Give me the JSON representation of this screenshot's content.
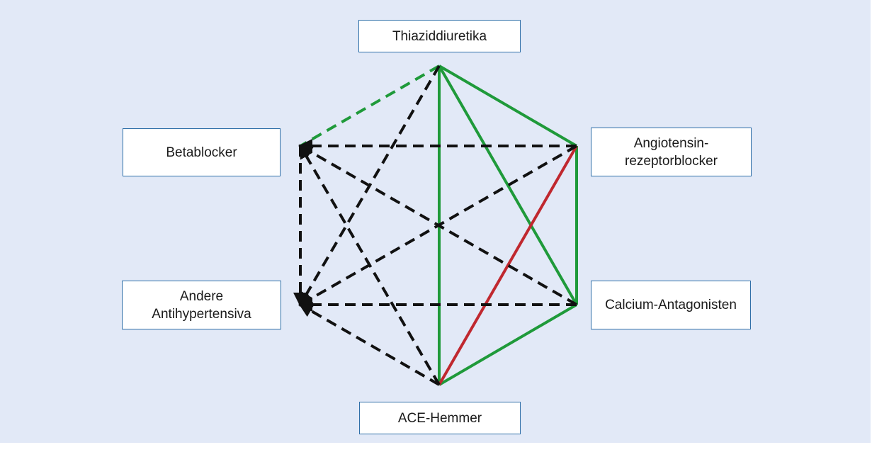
{
  "colors": {
    "background": "#e2e9f7",
    "box_border": "#2f6fa8",
    "recommended": "#1f9a3a",
    "not_recommended": "#c0282f",
    "possible": "#111111",
    "box_fill": "#ffffff"
  },
  "nodes": {
    "thiazid": {
      "lines": [
        "Thiaziddiuretika"
      ]
    },
    "beta": {
      "lines": [
        "Betablocker"
      ]
    },
    "arb": {
      "lines": [
        "Angiotensin-",
        "rezeptorblocker"
      ]
    },
    "andere": {
      "lines": [
        "Andere",
        "Antihypertensiva"
      ]
    },
    "calcium": {
      "lines": [
        "Calcium-Antagonisten"
      ]
    },
    "ace": {
      "lines": [
        "ACE-Hemmer"
      ]
    }
  },
  "edges": [
    {
      "from": "thiazid",
      "to": "arb",
      "style": "recommended"
    },
    {
      "from": "thiazid",
      "to": "calcium",
      "style": "recommended"
    },
    {
      "from": "thiazid",
      "to": "ace",
      "style": "recommended"
    },
    {
      "from": "arb",
      "to": "calcium",
      "style": "recommended"
    },
    {
      "from": "calcium",
      "to": "ace",
      "style": "recommended"
    },
    {
      "from": "arb",
      "to": "ace",
      "style": "not_recommended"
    },
    {
      "from": "thiazid",
      "to": "beta",
      "style": "recommended_dashed"
    },
    {
      "from": "arb",
      "to": "beta",
      "style": "possible"
    },
    {
      "from": "calcium",
      "to": "beta",
      "style": "possible"
    },
    {
      "from": "ace",
      "to": "beta",
      "style": "possible"
    },
    {
      "from": "beta",
      "to": "andere",
      "style": "possible"
    },
    {
      "from": "thiazid",
      "to": "andere",
      "style": "possible"
    },
    {
      "from": "arb",
      "to": "andere",
      "style": "possible"
    },
    {
      "from": "calcium",
      "to": "andere",
      "style": "possible"
    },
    {
      "from": "ace",
      "to": "andere",
      "style": "possible"
    },
    {
      "from": "thiazid",
      "to": "beta",
      "style": "possible_arrow_only"
    },
    {
      "from": "ace",
      "to": "thiazid",
      "style": "none"
    }
  ]
}
